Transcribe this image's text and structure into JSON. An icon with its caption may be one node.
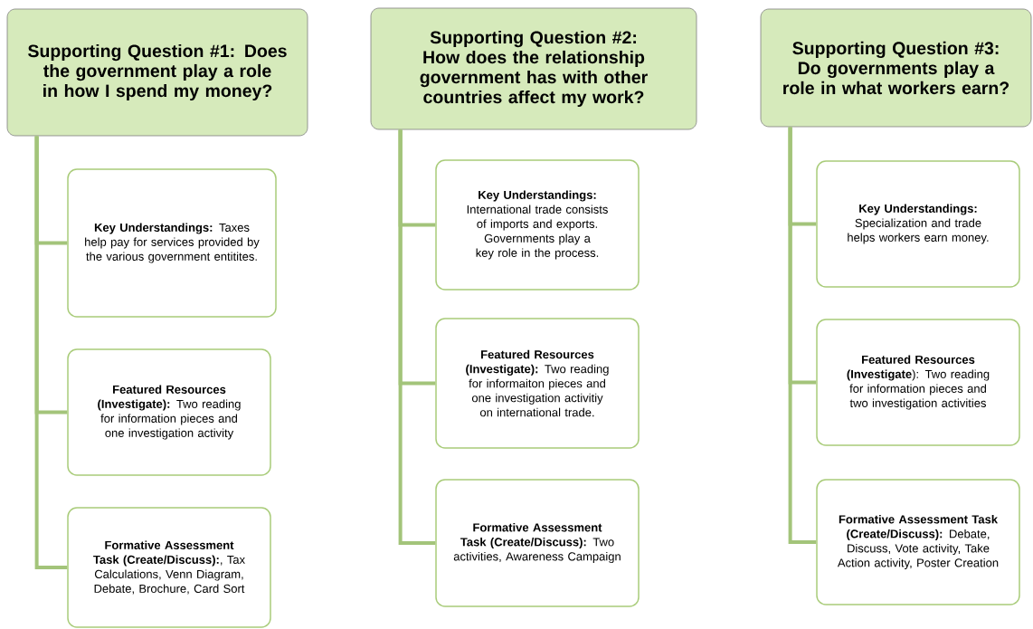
{
  "diagram": {
    "nodes": [
      {
        "text": [
          "Supporting Question #1: Does the government play a role in how I spend my money?"
        ]
      },
      {
        "text": [
          "**Key Understandings:** Taxes help pay for services provided by the various government entitites."
        ]
      },
      {
        "text": [
          "**Featured Resources (Investigate):** Two reading for information pieces and one investigation activity"
        ]
      },
      {
        "text": [
          "**Formative Assessment Task (Create/Discuss):**, Tax Calculations, Venn Diagram, Debate, Brochure, Card Sort"
        ]
      },
      {
        "text": [
          "Supporting Question #2: How does the relationship government has with other countries affect my work?"
        ]
      },
      {
        "text": [
          "**Key Understandings:** International trade consists of imports and exports. Governments play a key role in the process."
        ]
      },
      {
        "text": [
          "**Featured Resources (Investigate):** Two reading for informaiton pieces and one investigation activitiy on international trade."
        ]
      },
      {
        "text": [
          "**Formative Assessment Task (Create/Discuss):** Two activities, Awareness Campaign"
        ]
      },
      {
        "text": [
          "Supporting Question #3: Do governments play a role in what workers earn?"
        ]
      },
      {
        "text": [
          "**Key Understandings:** Specialization and trade helps workers earn money."
        ]
      },
      {
        "text": [
          "**Featured Resources (Investigate**): Two reading for information pieces and two investigation activities"
        ]
      },
      {
        "text": [
          "**Formative Assessment Task (Create/Discuss):** Debate, Discuss, Vote activity, Take Action activity, Poster Creation"
        ]
      }
    ],
    "edges": [
      {
        "from": 0,
        "to": 1,
        "arrow": "none"
      },
      {
        "from": 0,
        "to": 2,
        "arrow": "none"
      },
      {
        "from": 0,
        "to": 3,
        "arrow": "none"
      },
      {
        "from": 4,
        "to": 5,
        "arrow": "none"
      },
      {
        "from": 4,
        "to": 6,
        "arrow": "none"
      },
      {
        "from": 4,
        "to": 7,
        "arrow": "none"
      },
      {
        "from": 8,
        "to": 9,
        "arrow": "none"
      },
      {
        "from": 8,
        "to": 10,
        "arrow": "none"
      },
      {
        "from": 8,
        "to": 11,
        "arrow": "none"
      }
    ]
  }
}
